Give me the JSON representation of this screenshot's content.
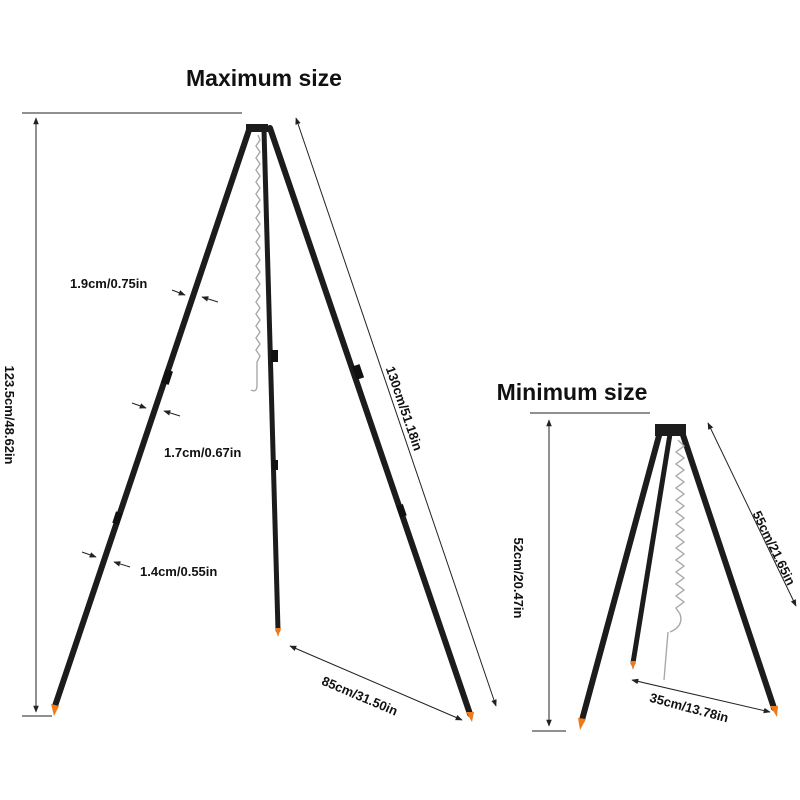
{
  "max_section": {
    "title": "Maximum size",
    "height_label": "123.5cm/48.62in",
    "leg_length_label": "130cm/51.18in",
    "base_span_label": "85cm/31.50in",
    "diameter_top_label": "1.9cm/0.75in",
    "diameter_mid_label": "1.7cm/0.67in",
    "diameter_bottom_label": "1.4cm/0.55in"
  },
  "min_section": {
    "title": "Minimum size",
    "height_label": "52cm/20.47in",
    "leg_length_label": "55cm/21.65in",
    "base_span_label": "35cm/13.78in"
  },
  "colors": {
    "leg": "#1c1c1c",
    "chain": "#a9a9a9",
    "foot_tip": "#f07a1a",
    "text": "#111111"
  }
}
